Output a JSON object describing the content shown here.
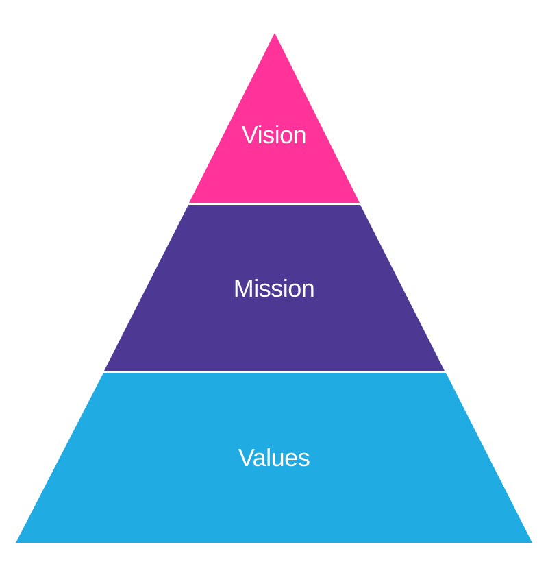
{
  "diagram": {
    "type": "pyramid",
    "tiers": [
      {
        "label": "Vision",
        "color": "#FF3399"
      },
      {
        "label": "Mission",
        "color": "#4D3894"
      },
      {
        "label": "Values",
        "color": "#20ABE2"
      }
    ]
  }
}
